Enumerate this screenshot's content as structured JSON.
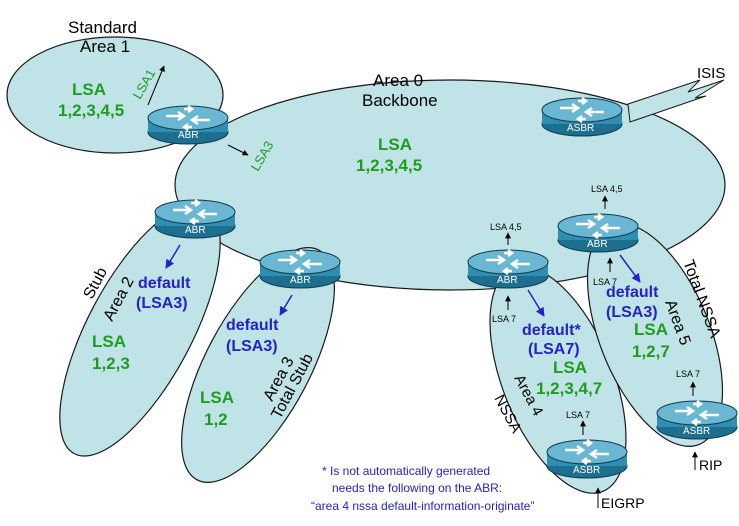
{
  "colors": {
    "area_fill": "#bfe3e6",
    "area_stroke": "#1a1a1a",
    "router_body": "#2f8fb2",
    "lsa_green": "#1f9d1f",
    "default_blue": "#2323c8"
  },
  "backbone": {
    "title_line1": "Area 0",
    "title_line2": "Backbone",
    "lsa_line1": "LSA",
    "lsa_line2": "1,2,3,4,5"
  },
  "area1": {
    "line1": "Standard",
    "line2": "Area 1",
    "lsa_line1": "LSA",
    "lsa_line2": "1,2,3,4,5",
    "arrow_label_a": "LSA1",
    "arrow_label_b": "LSA3"
  },
  "area2": {
    "type": "Stub",
    "name": "Area 2",
    "default_line1": "default",
    "default_line2": "(LSA3)",
    "lsa_line1": "LSA",
    "lsa_line2": "1,2,3"
  },
  "area3": {
    "name": "Area 3",
    "type": "Total Stub",
    "default_line1": "default",
    "default_line2": "(LSA3)",
    "lsa_line1": "LSA",
    "lsa_line2": "1,2"
  },
  "area4": {
    "type": "NSSA",
    "name": "Area 4",
    "default_line1": "default*",
    "default_line2": "(LSA7)",
    "lsa_line1": "LSA",
    "lsa_line2": "1,2,3,4,7",
    "abr_up": "LSA 4,5",
    "abr_in": "LSA 7",
    "asbr_out": "LSA 7",
    "external": "EIGRP"
  },
  "area5": {
    "type": "Total NSSA",
    "name": "Area 5",
    "default_line1": "default",
    "default_line2": "(LSA3)",
    "lsa_line1": "LSA",
    "lsa_line2": "1,2,7",
    "abr_up": "LSA 4,5",
    "abr_in": "LSA 7",
    "asbr_out": "LSA 7",
    "external": "RIP"
  },
  "routers": {
    "abr": "ABR",
    "asbr": "ASBR"
  },
  "isis": "ISIS",
  "footnote": {
    "line1": "* Is not automatically generated",
    "line2": "needs the following on the ABR:",
    "line3": "“area 4 nssa default-information-originate”"
  },
  "icons": [
    "router-icon"
  ]
}
